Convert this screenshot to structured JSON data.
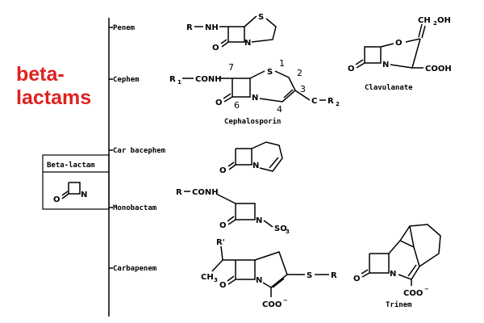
{
  "title": {
    "line1": "beta-",
    "line2": "lactams"
  },
  "root": {
    "label": "Beta-lactam"
  },
  "classes": [
    {
      "id": "penem",
      "label": "Penem"
    },
    {
      "id": "cephem",
      "label": "Cephem"
    },
    {
      "id": "carbacephem",
      "label": "Car bacephem"
    },
    {
      "id": "monobactam",
      "label": "Monobactam"
    },
    {
      "id": "carbapenem",
      "label": "Carbapenem"
    }
  ],
  "compounds": {
    "cephalosporin": "Cephalosporin",
    "clavulanate": "Clavulanate",
    "trinem": "Trinem"
  },
  "atoms": {
    "R": "R",
    "NH": "NH",
    "N": "N",
    "S": "S",
    "O": "O",
    "R1": "R",
    "R1_sub": "1",
    "CONH": "CONH",
    "C": "C",
    "R2": "R",
    "R2_sub": "2",
    "CH2OH": "CH",
    "CH2OH_sub": "2",
    "OH": "OH",
    "COOH": "COOH",
    "SO3": "SO",
    "SO3_sub": "3",
    "Rprime": "R'",
    "CH3": "CH",
    "CH3_sub": "3",
    "COO": "COO",
    "minus": "−"
  },
  "ring_numbers": [
    "1",
    "2",
    "3",
    "4",
    "6",
    "7"
  ]
}
